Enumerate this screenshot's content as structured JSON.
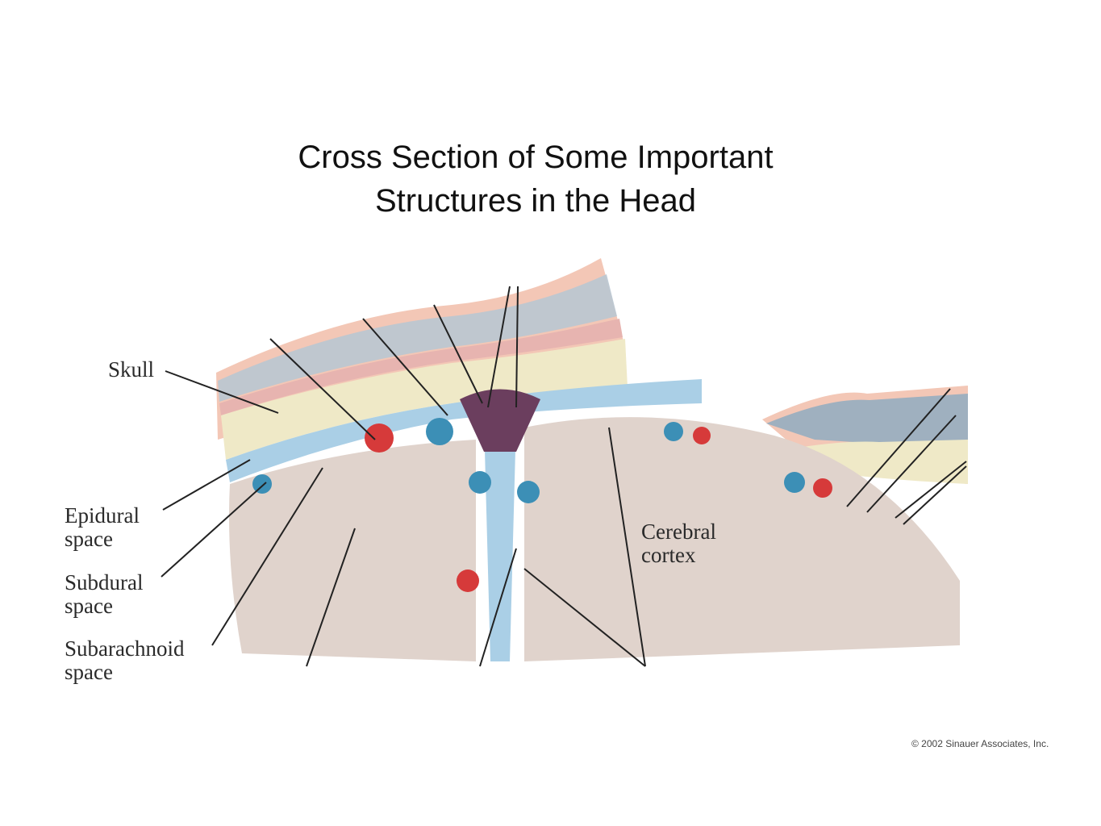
{
  "title": {
    "line1": "Cross Section of Some Important",
    "line2": "Structures in the Head"
  },
  "labels": {
    "skull": "Skull",
    "epidural_1": "Epidural",
    "epidural_2": "space",
    "subdural_1": "Subdural",
    "subdural_2": "space",
    "subarachnoid_1": "Subarachnoid",
    "subarachnoid_2": "space",
    "cortex_1": "Cerebral",
    "cortex_2": "cortex"
  },
  "copyright": "© 2002 Sinauer Associates, Inc.",
  "colors": {
    "scalp_skin": "#f3c7b6",
    "periosteum": "#b7c9d6",
    "bone_outer": "#e7b4b0",
    "diploe": "#efe9c7",
    "dura": "#aacfe6",
    "arachnoid": "#c8e0ef",
    "brain": "#e0d3cc",
    "artery": "#d63a3a",
    "vein": "#3c8fb6",
    "sinus": "#6b3e5e",
    "leader_line": "#222222"
  }
}
